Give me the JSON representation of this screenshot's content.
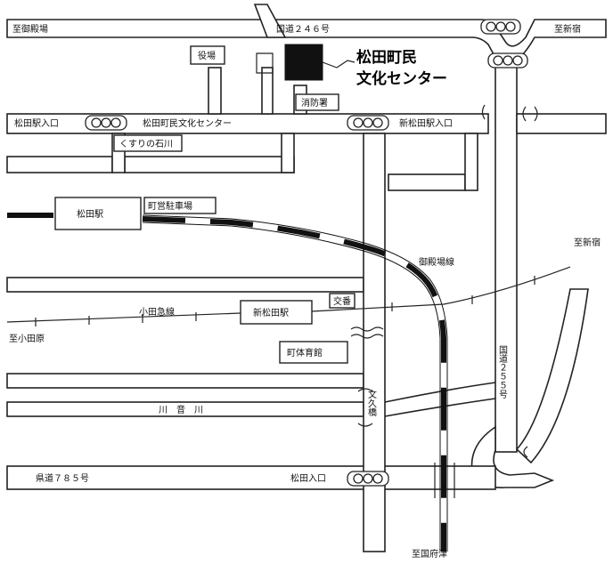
{
  "labels": {
    "to_gotenba": "至御殿場",
    "route246": "国道２４６号",
    "to_shinjuku_top": "至新宿",
    "town_office": "役場",
    "center_name_line1": "松田町民",
    "center_name_line2": "文化センター",
    "fire_station": "消防署",
    "matsuda_sta_entrance": "松田駅入口",
    "matsuda_center_road": "松田町民文化センター",
    "shin_matsuda_entrance": "新松田駅入口",
    "pharmacy": "くすりの石川",
    "matsuda_station": "松田駅",
    "town_parking": "町営駐車場",
    "gotemba_line": "御殿場線",
    "to_shinjuku_right": "至新宿",
    "odakyu_line": "小田急線",
    "shin_matsuda_station": "新松田駅",
    "police_box": "交番",
    "to_odawara": "至小田原",
    "town_gym": "町体育館",
    "route255": "国道２５５号",
    "bunkyu_bridge": "文久橋",
    "sakawa_river": "川　音　川",
    "pref_route785": "県道７８５号",
    "matsuda_entrance": "松田入口",
    "to_kozu": "至国府津"
  }
}
